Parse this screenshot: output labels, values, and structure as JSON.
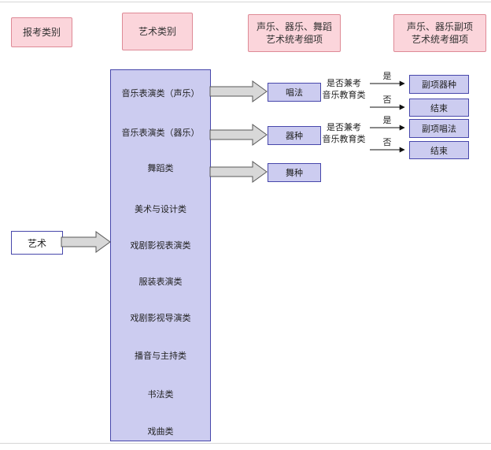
{
  "colors": {
    "header_fill": "#fbd5db",
    "header_border": "#de8a96",
    "node_fill": "#ccccf0",
    "node_border": "#4747ab",
    "block_arrow_fill": "#d8d8d8",
    "block_arrow_border": "#595959"
  },
  "headers": [
    {
      "label": "报考类别"
    },
    {
      "label": "艺术类别"
    },
    {
      "label": "声乐、器乐、舞蹈\n艺术统考细项"
    },
    {
      "label": "声乐、器乐副项\n艺术统考细项"
    }
  ],
  "source": {
    "label": "艺术"
  },
  "category_column": {
    "items": [
      "音乐表演类（声乐）",
      "音乐表演类（器乐）",
      "舞蹈类",
      "美术与设计类",
      "戏剧影视表演类",
      "服装表演类",
      "戏剧影视导演类",
      "播音与主持类",
      "书法类",
      "戏曲类"
    ]
  },
  "nodes": {
    "vocal_detail": "唱法",
    "instrument_detail": "器种",
    "dance_detail": "舞种",
    "sub_instrument": "副项器种",
    "end_1": "结束",
    "sub_vocal": "副项唱法",
    "end_2": "结束"
  },
  "decisions": [
    {
      "question": "是否兼考\n音乐教育类",
      "yes": "是",
      "no": "否"
    },
    {
      "question": "是否兼考\n音乐教育类",
      "yes": "是",
      "no": "否"
    }
  ]
}
